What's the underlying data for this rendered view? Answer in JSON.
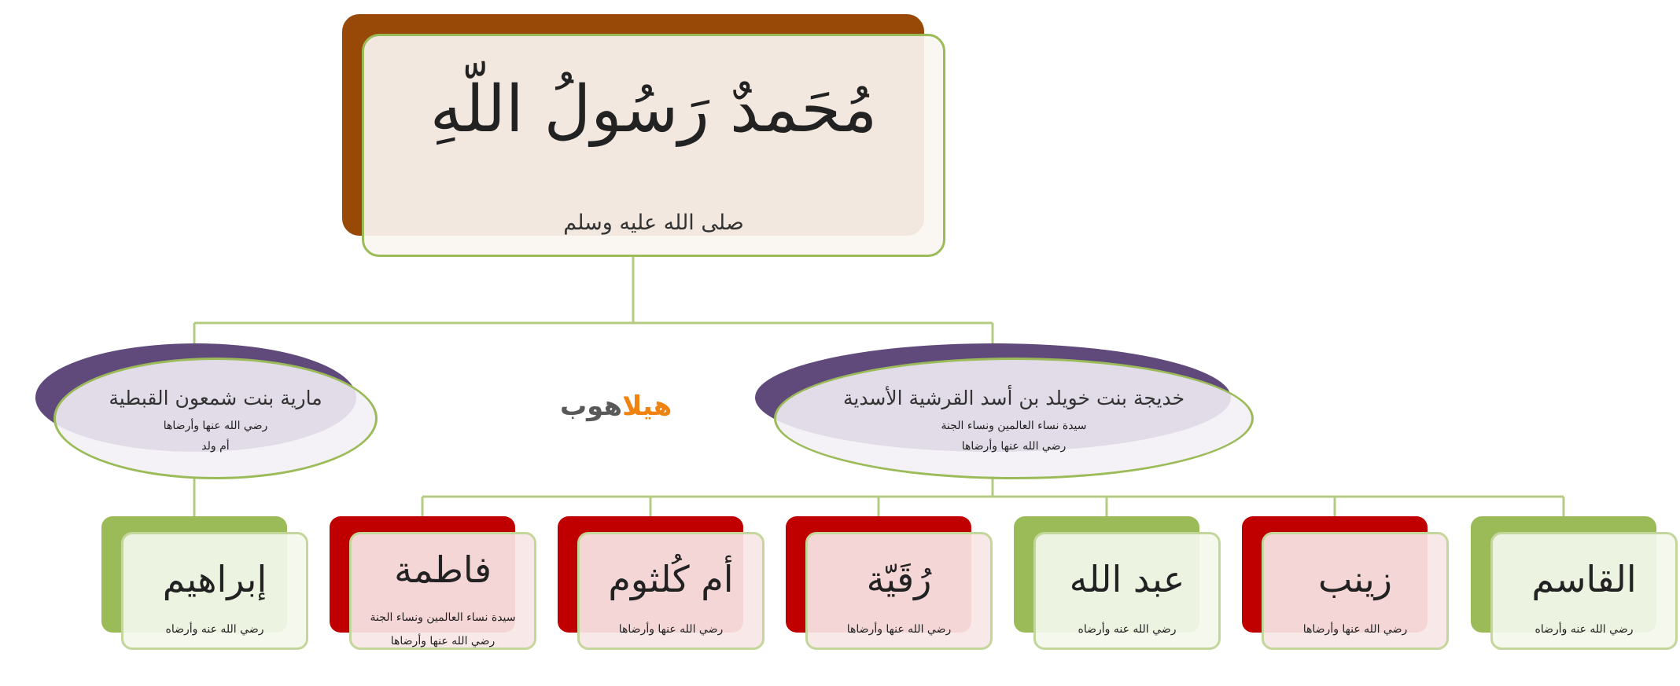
{
  "colors": {
    "root_back": "#984807",
    "wife_back": "#604a7b",
    "line": "#b3cc82",
    "son_back": "#9bbb59",
    "daughter_back": "#c00000",
    "son_front": "#f3f7ec",
    "daughter_front": "#f9e6e6"
  },
  "root": {
    "title": "مُحَمدٌ رَسُولُ اللّهِ",
    "subtitle": "صلى الله عليه وسلم"
  },
  "wives": {
    "maria": {
      "name": "مارية بنت شمعون القبطية",
      "line1": "رضي الله عنها وأرضاها",
      "line2": "أم ولد"
    },
    "khadija": {
      "name": "خديجة بنت خويلد بن أسد القرشية الأسدية",
      "line1": "سيدة نساء العالمين ونساء الجنة",
      "line2": "رضي الله عنها وأرضاها"
    }
  },
  "logo": {
    "part1": "هيلا",
    "part2": "هوب"
  },
  "children": [
    {
      "id": "ibrahim",
      "name": "إبراهيم",
      "note1": "رضي الله عنه وأرضاه",
      "note2": ""
    },
    {
      "id": "fatima",
      "name": "فاطمة",
      "note1": "سيدة نساء العالمين ونساء الجنة",
      "note2": "رضي الله عنها وأرضاها"
    },
    {
      "id": "umm-kulthum",
      "name": "أم كُلثوم",
      "note1": "رضي الله عنها وأرضاها",
      "note2": ""
    },
    {
      "id": "ruqayya",
      "name": "رُقَيّة",
      "note1": "رضي الله عنها وأرضاها",
      "note2": ""
    },
    {
      "id": "abdullah",
      "name": "عبد الله",
      "note1": "رضي الله عنه وأرضاه",
      "note2": ""
    },
    {
      "id": "zaynab",
      "name": "زينب",
      "note1": "رضي الله عنها وأرضاها",
      "note2": ""
    },
    {
      "id": "qasim",
      "name": "القاسم",
      "note1": "رضي الله عنه وأرضاه",
      "note2": ""
    }
  ]
}
